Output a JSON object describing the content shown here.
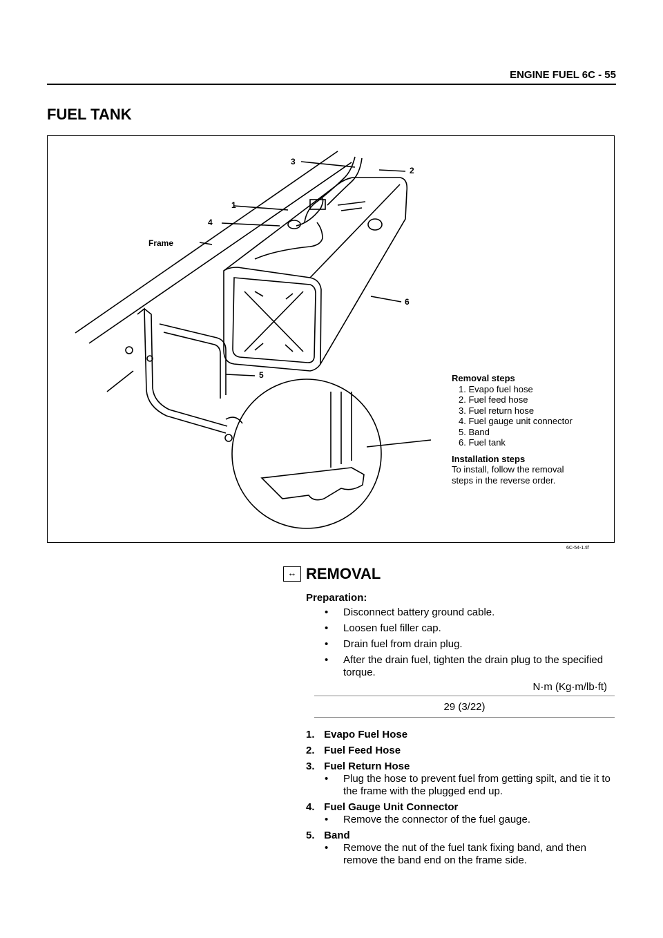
{
  "header": {
    "title": "ENGINE FUEL  6C - 55"
  },
  "section_title": "FUEL TANK",
  "figure": {
    "code": "6C-54-1.tif",
    "callouts": {
      "frame": "Frame",
      "c1": "1",
      "c2": "2",
      "c3": "3",
      "c4": "4",
      "c5": "5",
      "c6": "6"
    },
    "removal_steps": {
      "heading": "Removal steps",
      "items": [
        "1. Evapo fuel hose",
        "2. Fuel feed hose",
        "3. Fuel return hose",
        "4. Fuel gauge unit connector",
        "5. Band",
        "6. Fuel tank"
      ]
    },
    "installation_steps": {
      "heading": "Installation steps",
      "lines": [
        "To install, follow the removal",
        "steps in the reverse order."
      ]
    }
  },
  "removal": {
    "icon": "↔",
    "title": "REMOVAL",
    "preparation_label": "Preparation:",
    "bullet_glyph": "•",
    "bullets": [
      "Disconnect battery ground cable.",
      "Loosen fuel filler cap.",
      "Drain fuel from drain plug.",
      "After the drain fuel, tighten the drain plug to the specified torque."
    ],
    "torque": {
      "unit": "N·m (Kg·m/lb·ft)",
      "value": "29 (3/22)"
    }
  },
  "parts": [
    {
      "number": "1.",
      "name": "Evapo Fuel Hose",
      "note": ""
    },
    {
      "number": "2.",
      "name": "Fuel Feed Hose",
      "note": ""
    },
    {
      "number": "3.",
      "name": "Fuel Return Hose",
      "note": "Plug the hose to prevent fuel from getting spilt, and tie it to the frame with the plugged end up."
    },
    {
      "number": "4.",
      "name": "Fuel Gauge Unit Connector",
      "note": "Remove the connector of the fuel gauge."
    },
    {
      "number": "5.",
      "name": "Band",
      "note": "Remove the nut of the fuel tank fixing band, and then remove the band end on the frame side."
    }
  ]
}
